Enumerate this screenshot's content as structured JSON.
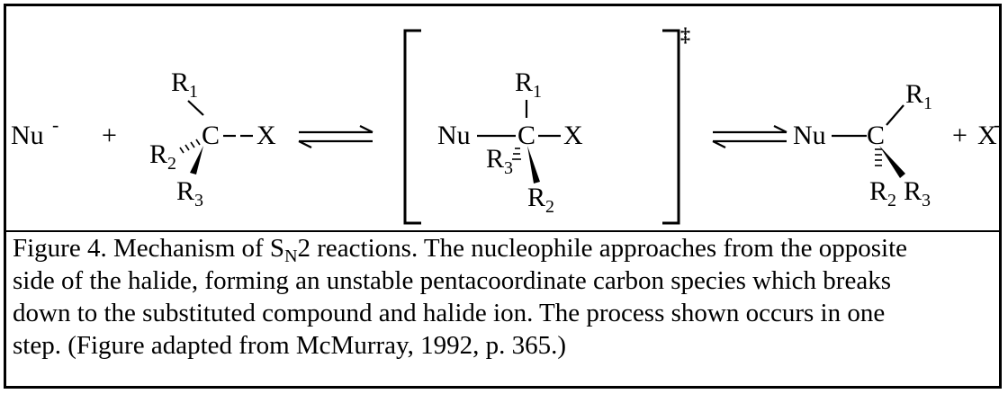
{
  "reactant": {
    "nucleophile": "Nu",
    "nucleophile_charge": "-",
    "plus": "+",
    "carbon": "C",
    "leaving_group": "X",
    "r1": "R",
    "r1_sub": "1",
    "r2": "R",
    "r2_sub": "2",
    "r3": "R",
    "r3_sub": "3"
  },
  "transition_state": {
    "nucleophile": "Nu",
    "carbon": "C",
    "leaving_group": "X",
    "r1": "R",
    "r1_sub": "1",
    "r3": "R",
    "r3_sub": "3",
    "r2": "R",
    "r2_sub": "2",
    "marker": "‡"
  },
  "product": {
    "nucleophile": "Nu",
    "carbon": "C",
    "r1": "R",
    "r1_sub": "1",
    "r2": "R",
    "r2_sub": "2",
    "r3": "R",
    "r3_sub": "3",
    "plus": "+",
    "halide": "X",
    "halide_charge": "-"
  },
  "caption": {
    "line1_a": "Figure 4.  Mechanism of S",
    "line1_sub": "N",
    "line1_b": "2 reactions.  The nucleophile approaches from the opposite",
    "line2": "side of the halide, forming an unstable pentacoordinate carbon species which breaks",
    "line3": "down to the substituted compound and halide ion.  The process shown occurs in one",
    "line4": "step. (Figure adapted from McMurray, 1992, p. 365.)"
  }
}
